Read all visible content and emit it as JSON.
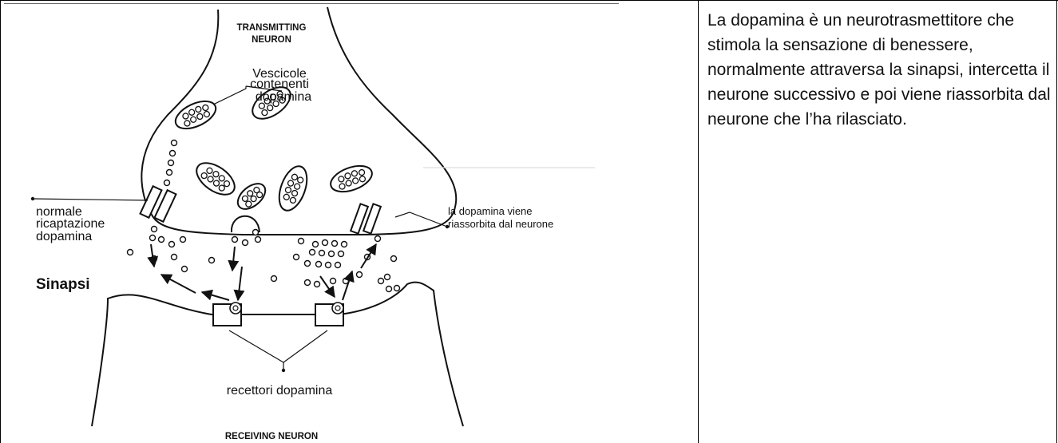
{
  "diagram": {
    "top_label_line1": "TRANSMITTING",
    "top_label_line2": "NEURON",
    "bottom_label": "RECEIVING NEURON",
    "vesicles_label_line1": "Vescicole",
    "vesicles_label_line2": "contenenti",
    "vesicles_label_line3": "dopamina",
    "reuptake_label_line1": "normale",
    "reuptake_label_line2": "ricaptazione",
    "reuptake_label_line3": "dopamina",
    "synapse_label": "Sinapsi",
    "reabsorb_label_line1": "la dopamina viene",
    "reabsorb_label_line2": "riassorbita dal neurone",
    "receptors_label": "recettori dopamina"
  },
  "description": {
    "text": "La dopamina è un neurotrasmettitore che stimola la sensazione di benessere, normalmente attraversa la sinapsi, intercetta il neurone successivo e poi viene riassorbita dal neurone che l’ha rilasciato."
  }
}
